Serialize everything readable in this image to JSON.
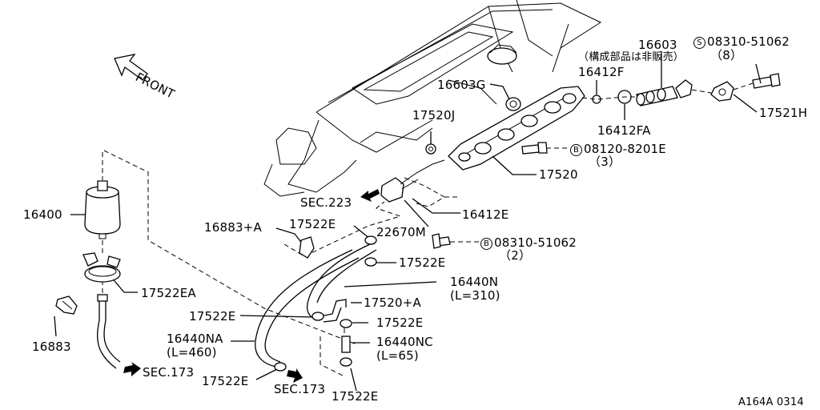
{
  "diagram_id": "A164A 0314",
  "front_label": "FRONT",
  "note_jp": "（構成部品は非販売）",
  "labels": {
    "p16603": "16603",
    "p08310_top": "08310-51062",
    "p08310_top_qty": "（8）",
    "p16412F": "16412F",
    "p16603G": "16603G",
    "p17521H": "17521H",
    "p16412FA": "16412FA",
    "p17520J": "17520J",
    "p08120": "08120-8201E",
    "p08120_qty": "（3）",
    "p17520": "17520",
    "sec223": "SEC.223",
    "p16412E": "16412E",
    "p16400": "16400",
    "p16883A": "16883+A",
    "p17522E_1": "17522E",
    "p22670M": "22670M",
    "p08310_mid": "08310-51062",
    "p08310_mid_qty": "（2）",
    "p17522E_2": "17522E",
    "p16440N": "16440N",
    "p16440N_len": "(L=310)",
    "p17522EA": "17522EA",
    "p17520A": "17520+A",
    "p17522E_3": "17522E",
    "p17522E_4": "17522E",
    "p16883": "16883",
    "p16440NA": "16440NA",
    "p16440NA_len": "(L=460)",
    "p16440NC": "16440NC",
    "p16440NC_len": "(L=65)",
    "sec173_a": "SEC.173",
    "p17522E_5": "17522E",
    "sec173_b": "SEC.173",
    "p17522E_6": "17522E"
  },
  "symbols": {
    "s": "S",
    "b": "B"
  }
}
